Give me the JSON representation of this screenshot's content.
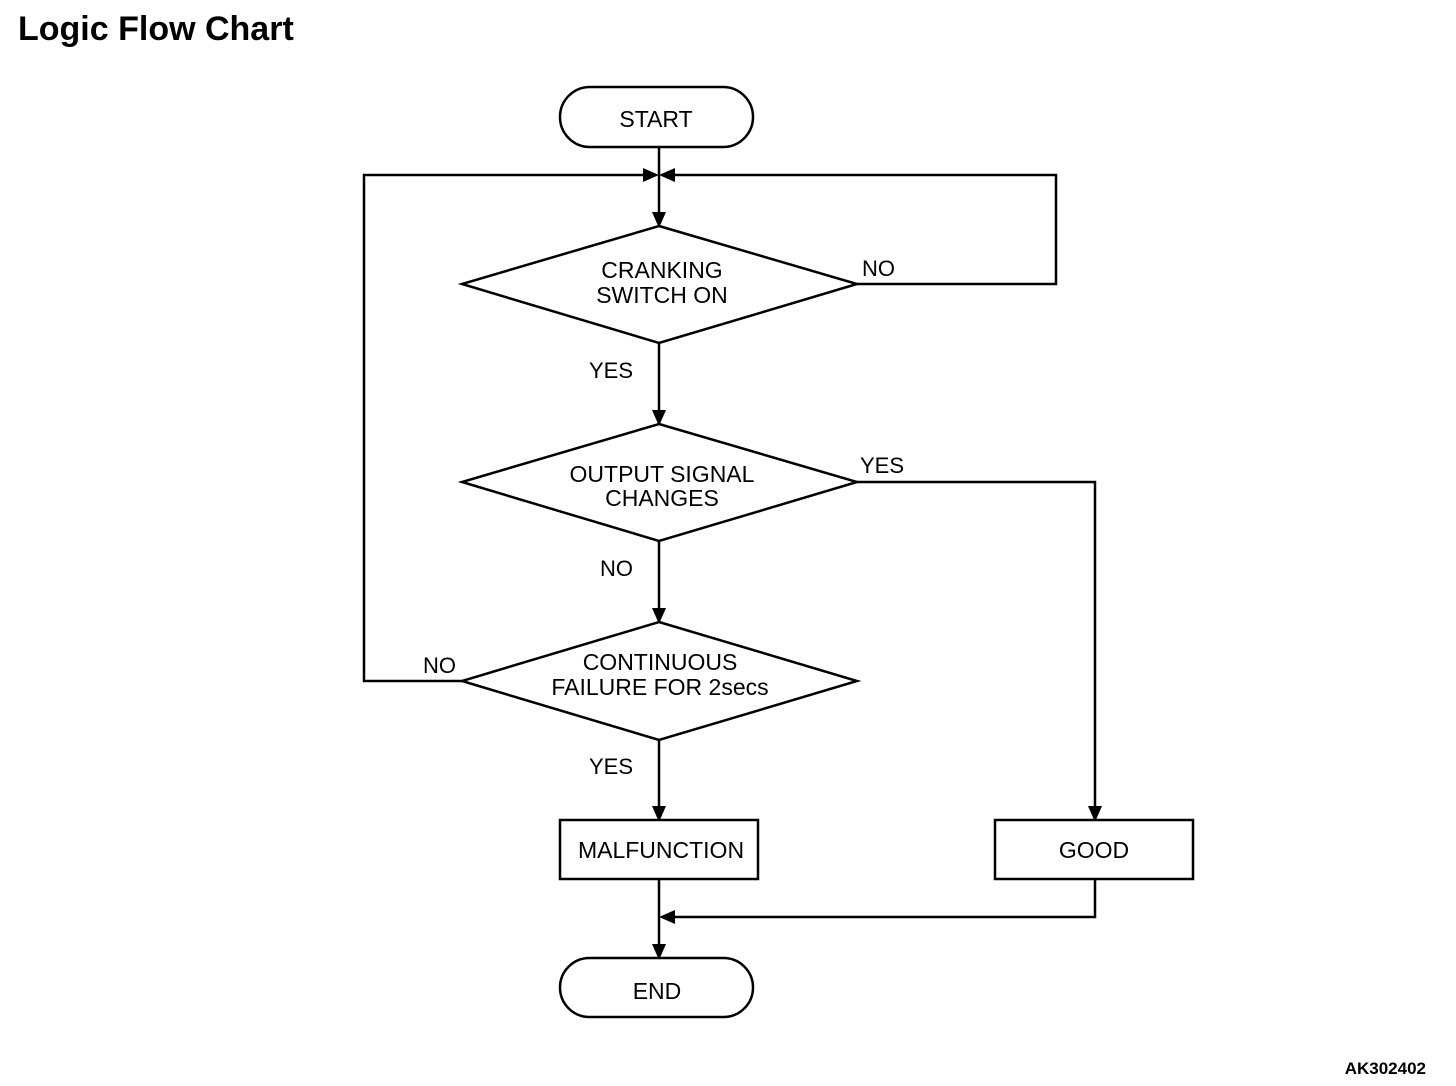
{
  "title": "Logic Flow Chart",
  "figure_code": "AK302402",
  "nodes": {
    "start": "START",
    "cranking": [
      "CRANKING",
      "SWITCH ON"
    ],
    "output": [
      "OUTPUT SIGNAL",
      "CHANGES"
    ],
    "continuous": [
      "CONTINUOUS",
      "FAILURE FOR 2secs"
    ],
    "malfunction": "MALFUNCTION",
    "good": "GOOD",
    "end": "END"
  },
  "edges": {
    "cranking_no": "NO",
    "cranking_yes": "YES",
    "output_yes": "YES",
    "output_no": "NO",
    "continuous_no": "NO",
    "continuous_yes": "YES"
  }
}
